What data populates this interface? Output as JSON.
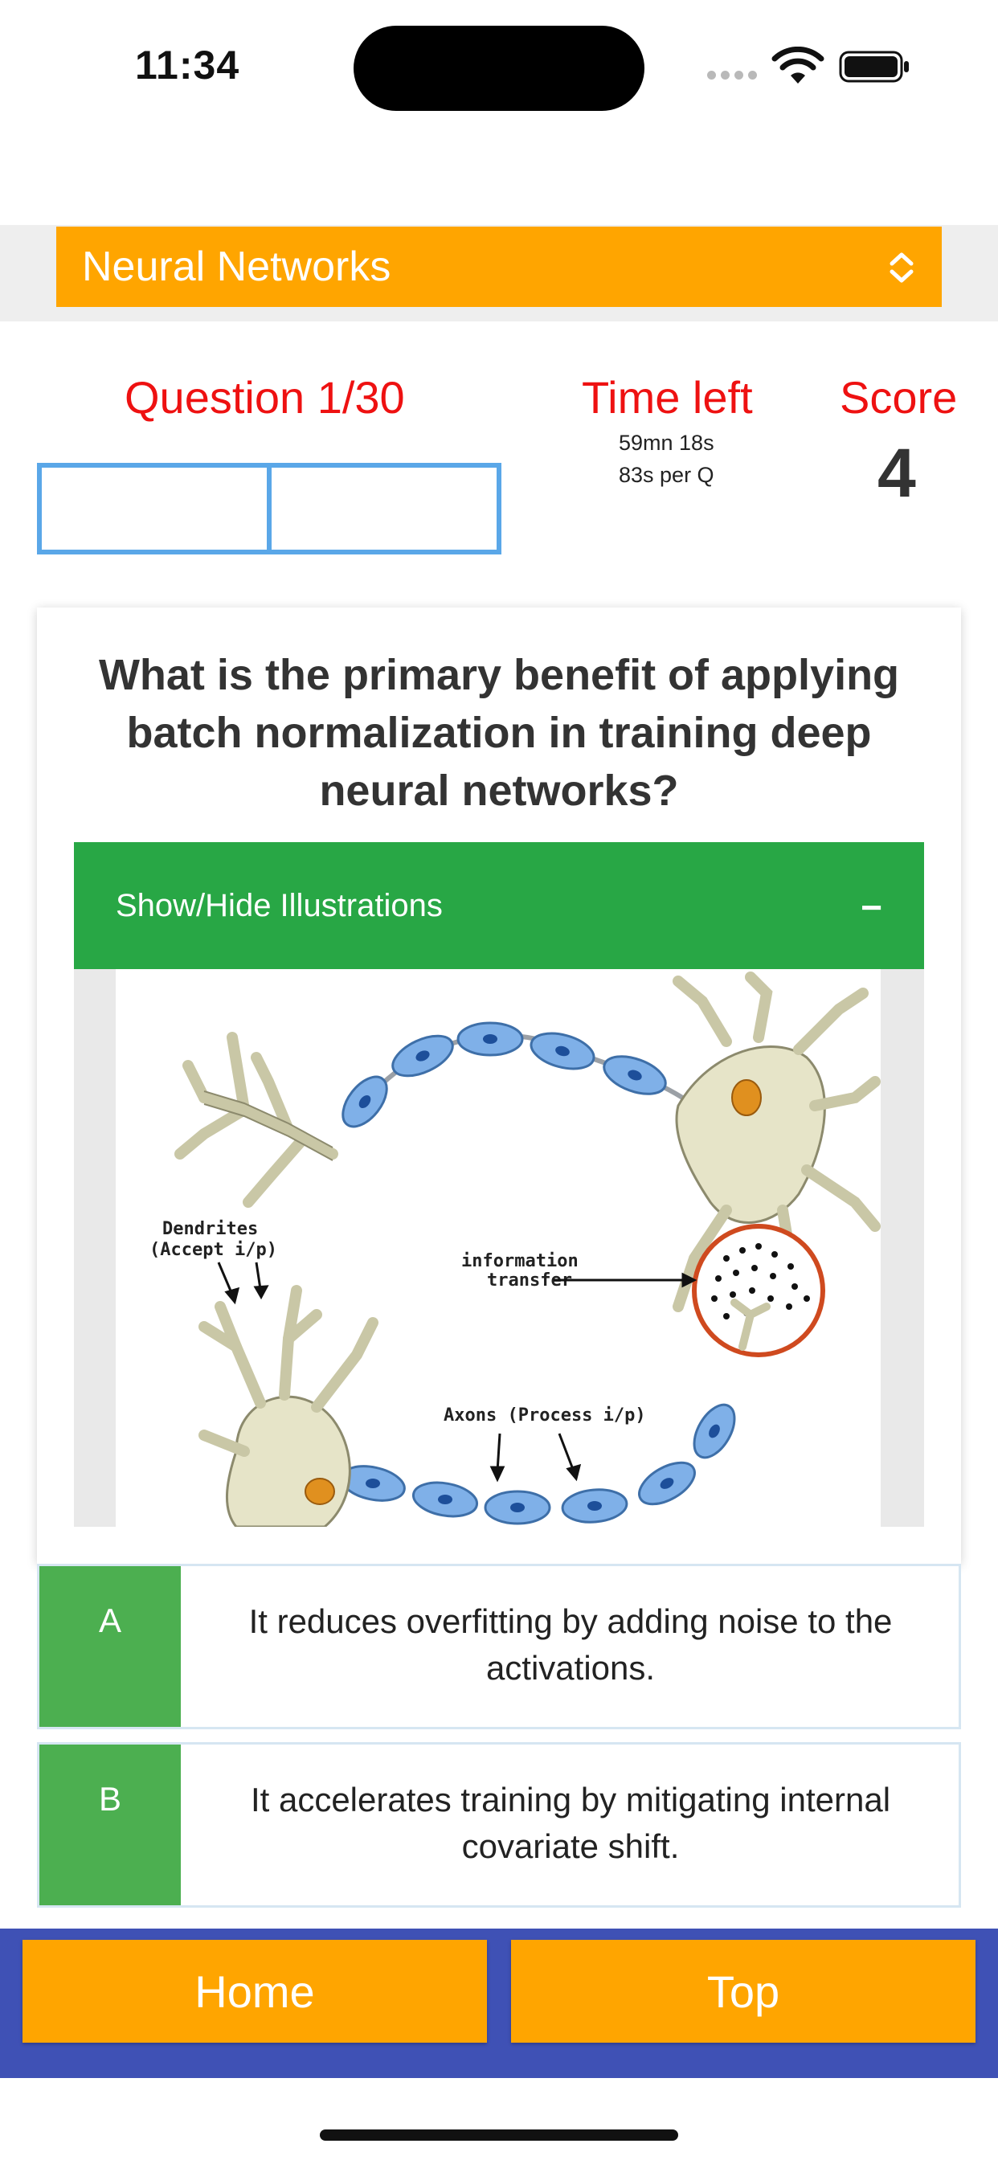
{
  "status_bar": {
    "time": "11:34"
  },
  "topic_selector": {
    "selected": "Neural Networks"
  },
  "quiz_header": {
    "question_counter": "Question 1/30",
    "progress_segments": 2,
    "time_left_label": "Time left",
    "time_remaining": "59mn 18s",
    "time_per_question": "83s per Q",
    "score_label": "Score",
    "score_value": "4"
  },
  "question": {
    "text": "What is the primary benefit of applying batch normalization in training deep neural networks?",
    "illustrations_toggle_label": "Show/Hide Illustrations",
    "illustrations_toggle_icon": "−",
    "illustration": {
      "dendrites_label_1": "Dendrites",
      "dendrites_label_2": "(Accept i/p)",
      "info_label_1": "information",
      "info_label_2": "transfer",
      "axons_label": "Axons (Process i/p)"
    }
  },
  "answers": [
    {
      "letter": "A",
      "text": "It reduces overfitting by adding noise to the activations."
    },
    {
      "letter": "B",
      "text": "It accelerates training by mitigating internal covariate shift."
    }
  ],
  "bottom_nav": {
    "home_label": "Home",
    "top_label": "Top"
  },
  "colors": {
    "accent_orange": "#ffa500",
    "header_red": "#ee1111",
    "toggle_green": "#28a745",
    "answer_green": "#4caf50",
    "nav_blue": "#3f51b5",
    "progress_blue": "#5aa7e8"
  }
}
